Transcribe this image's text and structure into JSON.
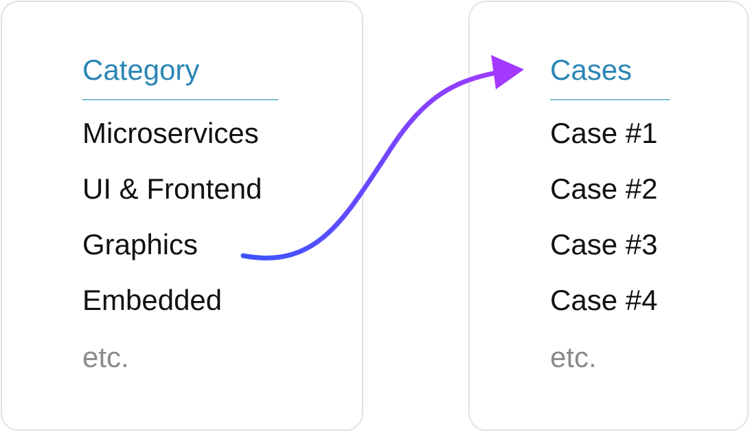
{
  "left_panel": {
    "header": "Category",
    "items": [
      "Microservices",
      "UI & Frontend",
      "Graphics",
      "Embedded"
    ],
    "more": "etc."
  },
  "right_panel": {
    "header": "Cases",
    "items": [
      "Case #1",
      "Case #2",
      "Case #3",
      "Case #4"
    ],
    "more": "etc."
  },
  "connector": {
    "from": "Graphics",
    "to": "Cases",
    "gradient_start": "#3d55ff",
    "gradient_end": "#a339ff"
  },
  "colors": {
    "header": "#2a85b5",
    "divider": "#7fbfd8",
    "item": "#111111",
    "muted": "#8a8a8a",
    "card_border": "#e2e2e2"
  }
}
